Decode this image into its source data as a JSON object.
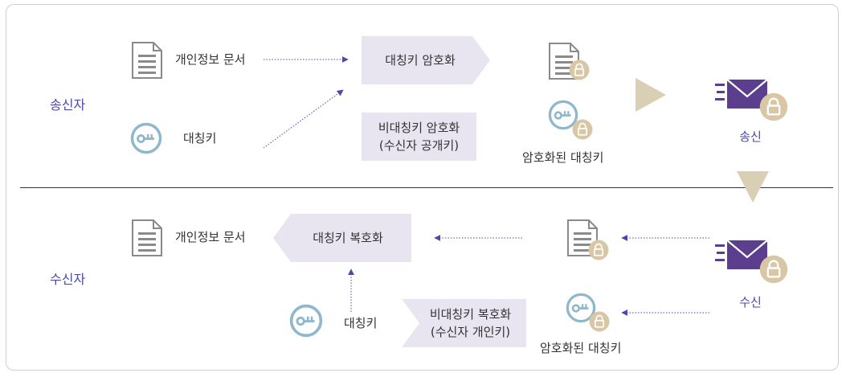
{
  "sender": {
    "role_label": "송신자",
    "document_label": "개인정보 문서",
    "symmetric_key_label": "대칭키",
    "encrypt_box_label": "대칭키 암호화",
    "asym_encrypt_line1": "비대칭키 암호화",
    "asym_encrypt_line2": "(수신자 공개키)",
    "encrypted_key_label": "암호화된 대칭키",
    "send_label": "송신"
  },
  "receiver": {
    "role_label": "수신자",
    "document_label": "개인정보 문서",
    "decrypt_box_label": "대칭키 복호화",
    "symmetric_key_label": "대칭키",
    "asym_decrypt_line1": "비대칭키 복호화",
    "asym_decrypt_line2": "(수신자 개인키)",
    "encrypted_key_label": "암호화된 대칭키",
    "receive_label": "수신"
  },
  "colors": {
    "accent": "#4a4aa8",
    "box_fill": "#e8e5f0",
    "triangle": "#d8cfb4",
    "lock_badge": "#d8c6a4",
    "key_ring": "#8fb8cc",
    "envelope": "#5b3f8e",
    "doc_gray": "#8a8a8a"
  },
  "icons": [
    "document-icon",
    "key-icon",
    "lock-icon",
    "envelope-icon"
  ]
}
